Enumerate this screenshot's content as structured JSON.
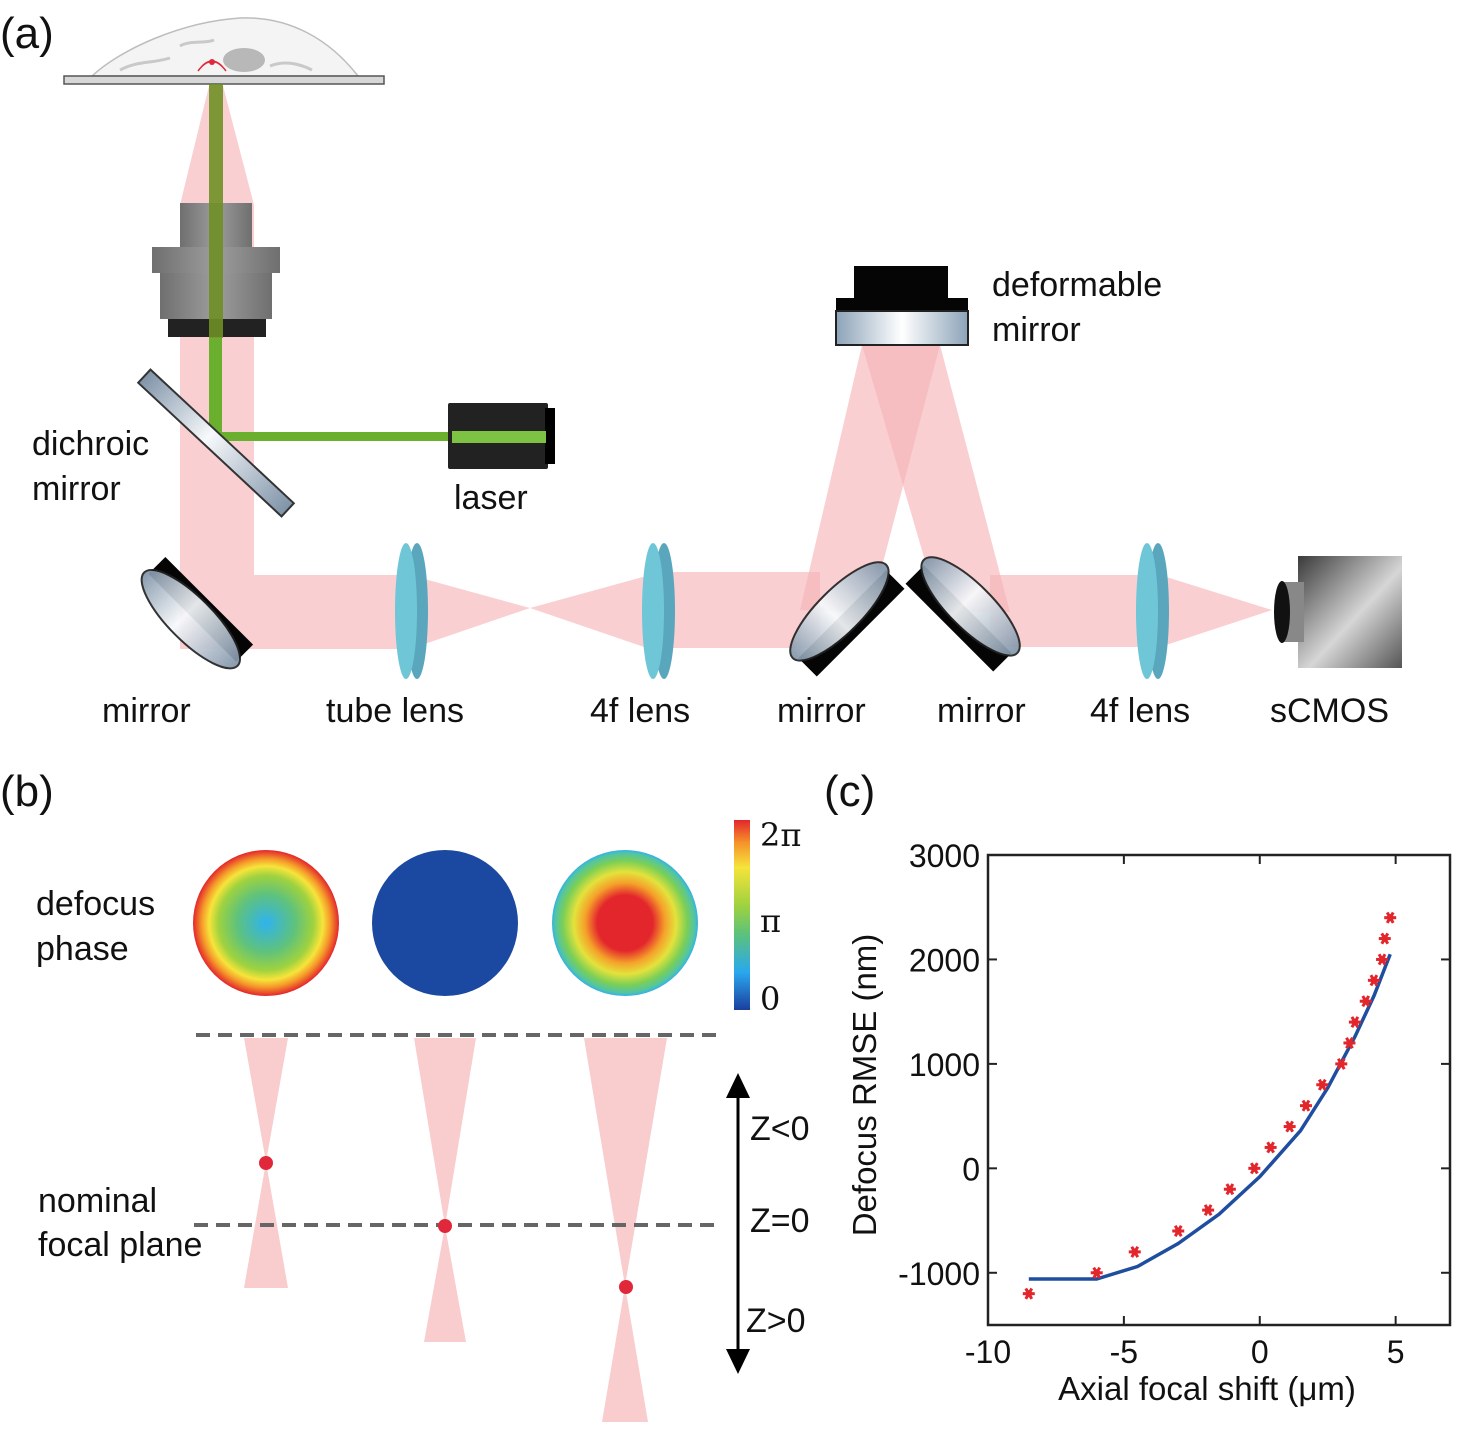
{
  "panels": {
    "a": "(a)",
    "b": "(b)",
    "c": "(c)"
  },
  "labels_a": {
    "dichroic_line1": "dichroic",
    "dichroic_line2": "mirror",
    "laser": "laser",
    "deformable_line1": "deformable",
    "deformable_line2": "mirror",
    "mirror1": "mirror",
    "tube_lens": "tube lens",
    "lens_4f_1": "4f lens",
    "mirror2": "mirror",
    "mirror3": "mirror",
    "lens_4f_2": "4f lens",
    "scmos": "sCMOS"
  },
  "labels_b": {
    "defocus_line1": "defocus",
    "defocus_line2": "phase",
    "nominal_line1": "nominal",
    "nominal_line2": "focal plane",
    "z_neg": "Z<0",
    "z_zero": "Z=0",
    "z_pos": "Z>0",
    "cbar_max": "2π",
    "cbar_mid": "π",
    "cbar_min": "0"
  },
  "colors": {
    "beam": "#f6b6b9",
    "laser_green": "#6ab02e",
    "lens_blue": "#5fc0cf",
    "focus_red": "#e0283a",
    "fit_blue": "#1f4ea0",
    "marker_red": "#e3262c"
  },
  "chart_data": {
    "type": "scatter",
    "xlabel": "Axial focal shift (μm)",
    "ylabel": "Defocus RMSE (nm)",
    "xlim": [
      -10,
      7
    ],
    "ylim": [
      -1500,
      3000
    ],
    "xticks": [
      -10,
      -5,
      0,
      5
    ],
    "yticks": [
      -1000,
      0,
      1000,
      2000,
      3000
    ],
    "xtick_labels": [
      "-10",
      "-5",
      "0",
      "5"
    ],
    "ytick_labels": [
      "-1000",
      "0",
      "1000",
      "2000",
      "3000"
    ],
    "series": [
      {
        "kind": "markers",
        "x": [
          -8.5,
          -6.0,
          -4.6,
          -3.0,
          -1.9,
          -1.1,
          -0.2,
          0.4,
          1.1,
          1.7,
          2.3,
          3.0,
          3.3,
          3.5,
          3.9,
          4.2,
          4.5,
          4.6,
          4.8
        ],
        "y": [
          -1200,
          -1000,
          -800,
          -600,
          -400,
          -200,
          0,
          200,
          400,
          600,
          800,
          1000,
          1200,
          1400,
          1600,
          1800,
          2000,
          2200,
          2400
        ]
      },
      {
        "kind": "fit",
        "x": [
          -8.5,
          -6.0,
          -4.5,
          -3.0,
          -1.5,
          0,
          1.5,
          2.5,
          3.5,
          4.2,
          4.8
        ],
        "y": [
          -1060,
          -1060,
          -940,
          -720,
          -440,
          -80,
          360,
          770,
          1260,
          1650,
          2050
        ]
      }
    ]
  }
}
